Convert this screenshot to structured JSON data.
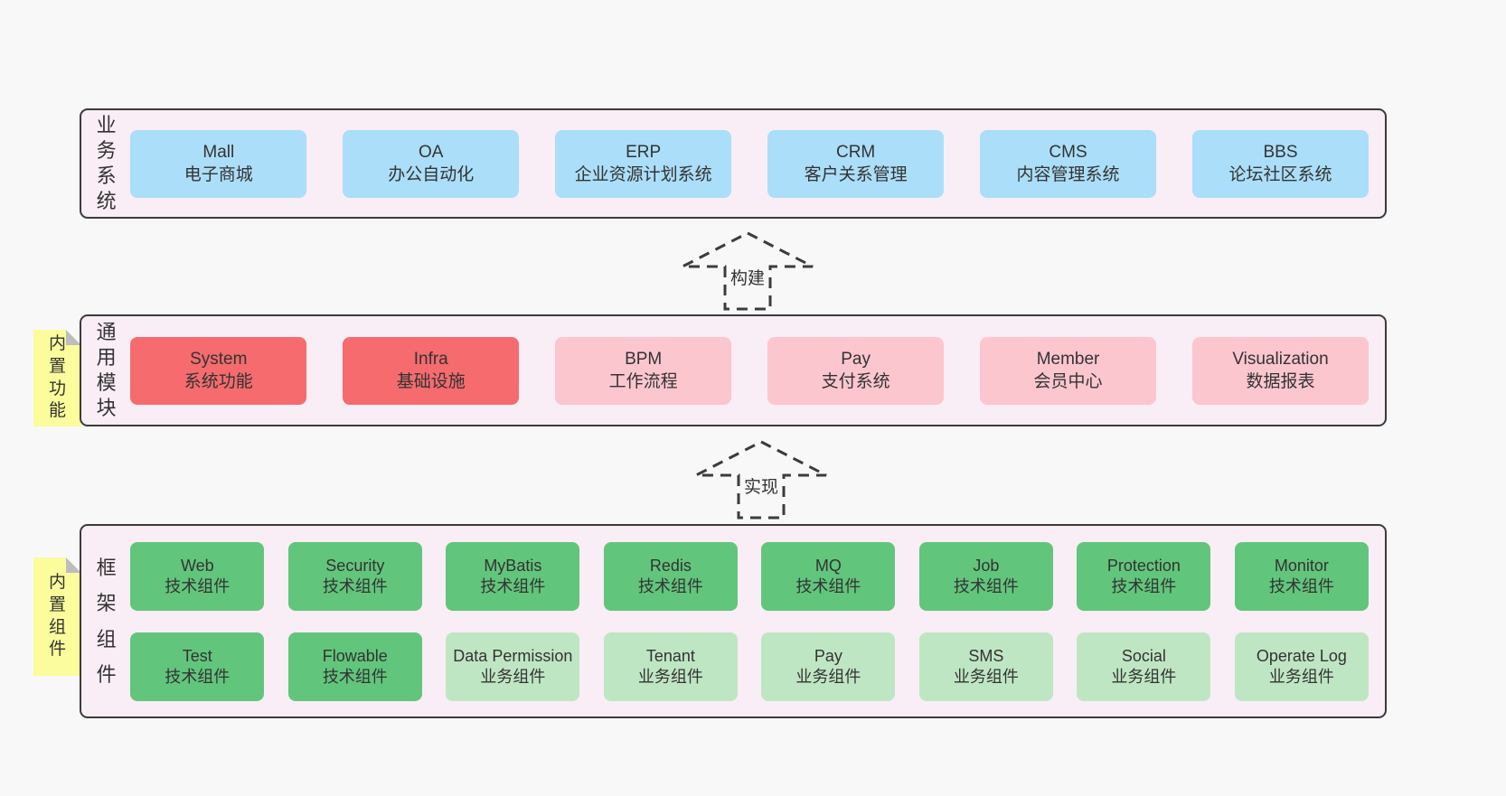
{
  "colors": {
    "canvas_bg": "#f8f8f8",
    "band_bg": "#f9edf6",
    "band_border": "#3b3b3b",
    "blue": "#abdef8",
    "red": "#f56b6e",
    "pink": "#fcc6cf",
    "green": "#62c57c",
    "light_green": "#bfe6c3",
    "sticky_yellow": "#fbfc9b",
    "sticky_fold": "#bdbdbd",
    "text": "#333333"
  },
  "bands": [
    {
      "label": "业务系统",
      "rows": [
        [
          {
            "title": "Mall",
            "subtitle": "电子商城",
            "variant": "blue"
          },
          {
            "title": "OA",
            "subtitle": "办公自动化",
            "variant": "blue"
          },
          {
            "title": "ERP",
            "subtitle": "企业资源计划系统",
            "variant": "blue"
          },
          {
            "title": "CRM",
            "subtitle": "客户关系管理",
            "variant": "blue"
          },
          {
            "title": "CMS",
            "subtitle": "内容管理系统",
            "variant": "blue"
          },
          {
            "title": "BBS",
            "subtitle": "论坛社区系统",
            "variant": "blue"
          }
        ]
      ]
    },
    {
      "label": "通用模块",
      "sticky": "内置功能",
      "rows": [
        [
          {
            "title": "System",
            "subtitle": "系统功能",
            "variant": "red"
          },
          {
            "title": "Infra",
            "subtitle": "基础设施",
            "variant": "red"
          },
          {
            "title": "BPM",
            "subtitle": "工作流程",
            "variant": "pink"
          },
          {
            "title": "Pay",
            "subtitle": "支付系统",
            "variant": "pink"
          },
          {
            "title": "Member",
            "subtitle": "会员中心",
            "variant": "pink"
          },
          {
            "title": "Visualization",
            "subtitle": "数据报表",
            "variant": "pink"
          }
        ]
      ]
    },
    {
      "label": "框架组件",
      "sticky": "内置组件",
      "rows": [
        [
          {
            "title": "Web",
            "subtitle": "技术组件",
            "variant": "green"
          },
          {
            "title": "Security",
            "subtitle": "技术组件",
            "variant": "green"
          },
          {
            "title": "MyBatis",
            "subtitle": "技术组件",
            "variant": "green"
          },
          {
            "title": "Redis",
            "subtitle": "技术组件",
            "variant": "green"
          },
          {
            "title": "MQ",
            "subtitle": "技术组件",
            "variant": "green"
          },
          {
            "title": "Job",
            "subtitle": "技术组件",
            "variant": "green"
          },
          {
            "title": "Protection",
            "subtitle": "技术组件",
            "variant": "green"
          },
          {
            "title": "Monitor",
            "subtitle": "技术组件",
            "variant": "green"
          }
        ],
        [
          {
            "title": "Test",
            "subtitle": "技术组件",
            "variant": "green"
          },
          {
            "title": "Flowable",
            "subtitle": "技术组件",
            "variant": "green"
          },
          {
            "title": "Data Permission",
            "subtitle": "业务组件",
            "variant": "light_green"
          },
          {
            "title": "Tenant",
            "subtitle": "业务组件",
            "variant": "light_green"
          },
          {
            "title": "Pay",
            "subtitle": "业务组件",
            "variant": "light_green"
          },
          {
            "title": "SMS",
            "subtitle": "业务组件",
            "variant": "light_green"
          },
          {
            "title": "Social",
            "subtitle": "业务组件",
            "variant": "light_green"
          },
          {
            "title": "Operate Log",
            "subtitle": "业务组件",
            "variant": "light_green"
          }
        ]
      ]
    }
  ],
  "arrows": [
    {
      "label": "构建"
    },
    {
      "label": "实现"
    }
  ]
}
